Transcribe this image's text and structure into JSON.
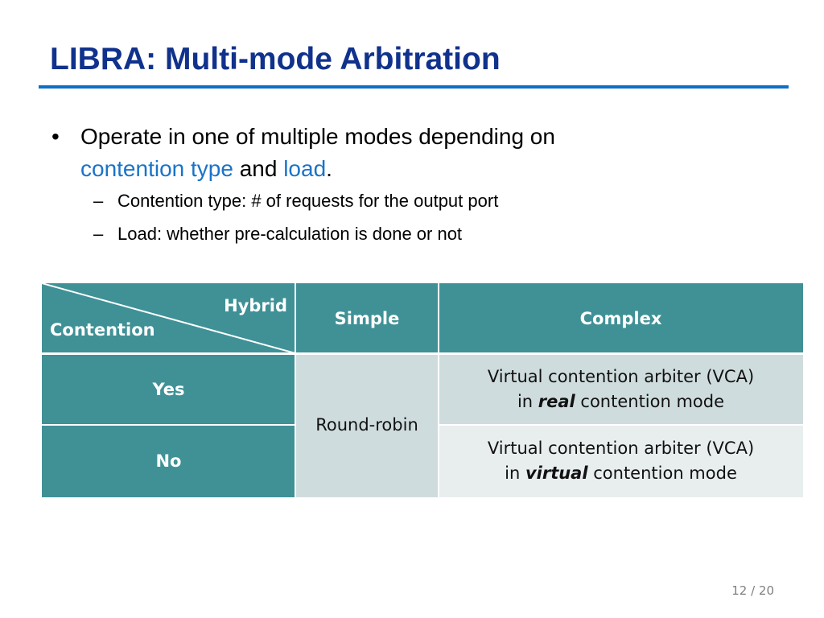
{
  "slide": {
    "title": "LIBRA: Multi-mode Arbitration",
    "page_number": "12 / 20"
  },
  "bullets": {
    "main": {
      "marker": "•",
      "text_before": "Operate in one of multiple modes depending on ",
      "accent_1": "contention type",
      "text_middle": " and ",
      "accent_2": "load",
      "text_after": "."
    },
    "sub": [
      {
        "marker": "–",
        "text": "Contention type: # of requests for the output port"
      },
      {
        "marker": "–",
        "text": "Load: whether pre-calculation is done or not"
      }
    ]
  },
  "table": {
    "corner": {
      "top_label": "Hybrid",
      "bottom_label": "Contention"
    },
    "columns": [
      "Simple",
      "Complex"
    ],
    "rows": [
      "Yes",
      "No"
    ],
    "simple_value": "Round-robin",
    "complex_values": [
      {
        "line1": "Virtual contention arbiter (VCA)",
        "prefix": "in ",
        "mode": "real",
        "suffix": " contention mode"
      },
      {
        "line1": "Virtual contention arbiter (VCA)",
        "prefix": "in ",
        "mode": "virtual",
        "suffix": " contention mode"
      }
    ]
  },
  "colors": {
    "title": "#10328c",
    "rule": "#0f6fc6",
    "accent_text": "#1a73c8",
    "table_header": "#3f9196",
    "table_cell_dark": "#cfdcdd",
    "table_cell_light": "#e8eeee"
  }
}
